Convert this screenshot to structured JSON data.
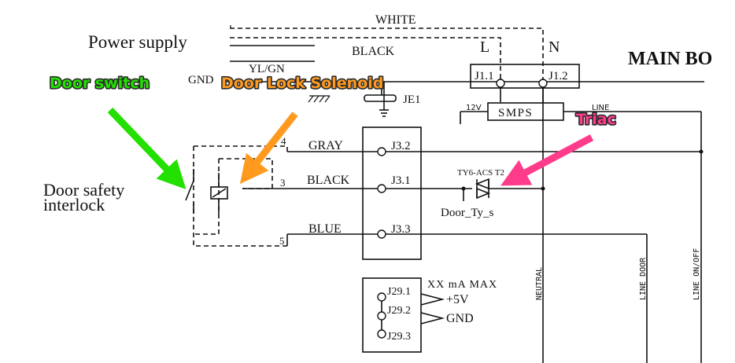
{
  "labels": {
    "white": "WHITE",
    "power_supply": "Power supply",
    "black_top": "BLACK",
    "yl_gn": "YL/GN",
    "gnd_left": "GND",
    "l": "L",
    "n": "N",
    "main_board": "MAIN BO",
    "j1_1": "J1.1",
    "j1_2": "J1.2",
    "je1": "JE1",
    "v12": "12V",
    "smps": "SMPS",
    "line_top": "LINE",
    "num4": "4",
    "gray": "GRAY",
    "j3_2": "J3.2",
    "triac_part": "TY6-ACS T2",
    "door_safety_1": "Door safety",
    "door_safety_2": "interlock",
    "num3": "3",
    "black_mid": "BLACK",
    "j3_1": "J3.1",
    "door_ty_s": "Door_Ty_s",
    "blue": "BLUE",
    "j3_3": "J3.3",
    "num5": "5",
    "neutral": "NEUTRAL",
    "line_door": "LINE DOOR",
    "line_onoff": "LINE ON/OFF",
    "xx_ma_max": "XX mA MAX",
    "j29_1": "J29.1",
    "j29_2": "J29.2",
    "j29_3": "J29.3",
    "plus5v": "+5V",
    "gnd_right": "GND"
  },
  "annotations": {
    "door_switch": "Door switch",
    "door_lock_solenoid": "Door Lock Solenoid",
    "triac": "Triac"
  },
  "colors": {
    "door_switch": "#22e000",
    "door_lock_solenoid": "#ff9a1f",
    "triac": "#ff3c8c",
    "wire": "#111111"
  }
}
